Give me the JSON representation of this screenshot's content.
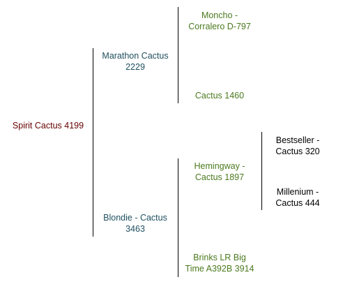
{
  "pedigree": {
    "subject": {
      "name": "Spirit Cactus 4199",
      "color": "#660000"
    },
    "sire": {
      "name_line1": "Marathon Cactus",
      "name_line2": "2229",
      "color": "#1f4f5f"
    },
    "dam": {
      "name_line1": "Blondie - Cactus",
      "name_line2": "3463",
      "color": "#1f4f5f"
    },
    "sire_sire": {
      "name_line1": "Moncho -",
      "name_line2": "Corralero D-797",
      "color": "#4b7a1e"
    },
    "sire_dam": {
      "name": "Cactus 1460",
      "color": "#4b7a1e"
    },
    "dam_sire": {
      "name_line1": "Hemingway -",
      "name_line2": "Cactus 1897",
      "color": "#4b7a1e"
    },
    "dam_dam": {
      "name_line1": "Brinks LR Big",
      "name_line2": "Time A392B 3914",
      "color": "#4b7a1e"
    },
    "dam_sire_sire": {
      "name_line1": "Bestseller -",
      "name_line2": "Cactus 320",
      "color": "#000000"
    },
    "dam_sire_dam": {
      "name_line1": "Millenium -",
      "name_line2": "Cactus 444",
      "color": "#000000"
    }
  }
}
